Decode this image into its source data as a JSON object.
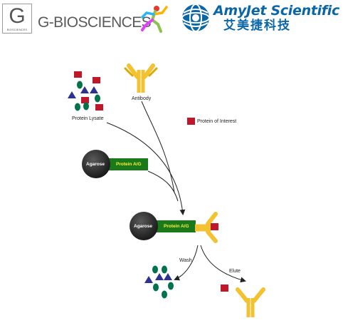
{
  "header": {
    "gbio_box_letter": "G",
    "gbio_box_small": "BIOSCIENCES",
    "gbio_wordmark": "G-BIOSCIENCES",
    "amyjet_en": "AmyJet Scientific",
    "amyjet_cn": "艾美捷科技"
  },
  "diagram": {
    "protein_lysate": "Protein Lysate",
    "antibody": "Antibody",
    "protein_of_interest": "Protein of Interest",
    "agarose_1": "Agarose",
    "protein_ag_1": "Protein A/G",
    "agarose_2": "Agarose",
    "protein_ag_2": "Protein A/G",
    "wash": "Wash",
    "elute": "Elute"
  },
  "colors": {
    "protein_red": "#c0182a",
    "triangle_blue": "#2e3192",
    "oval_green": "#00734a",
    "antibody_yellow": "#f2c230",
    "bead_dark": "#333333",
    "linker_green": "#1a7a1a",
    "logo_blue": "#0b66a8"
  },
  "icons": [
    "g-biosciences-logo-icon",
    "runner-mascot-icon",
    "amyjet-globe-logo-icon"
  ]
}
